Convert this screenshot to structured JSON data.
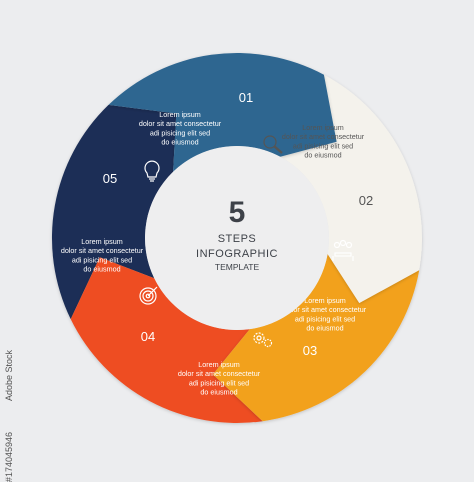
{
  "center": {
    "number": "5",
    "line1": "STEPS",
    "line2": "INFOGRAPHIC",
    "line3": "TEMPLATE"
  },
  "segments": [
    {
      "num": "01",
      "color": "#2f6690",
      "text_color": "#ffffff",
      "num_color": "#ffffff",
      "icon": "lightbulb-icon",
      "lines": [
        "Lorem ipsum",
        "dolor sit amet consectetur",
        "adi pisicing elit sed",
        "do eiusmod"
      ]
    },
    {
      "num": "02",
      "color": "#f4f2ec",
      "text_color": "#555555",
      "num_color": "#555555",
      "icon": "search-icon",
      "lines": [
        "Lorem ipsum",
        "dolor sit amet consectetur",
        "adi pisicing elit sed",
        "do eiusmod"
      ]
    },
    {
      "num": "03",
      "color": "#f2a11d",
      "text_color": "#ffffff",
      "num_color": "#ffffff",
      "icon": "meeting-icon",
      "lines": [
        "Lorem ipsum",
        "dolor sit amet consectetur",
        "adi pisicing elit sed",
        "do eiusmod"
      ]
    },
    {
      "num": "04",
      "color": "#ee4e24",
      "text_color": "#ffffff",
      "num_color": "#ffffff",
      "icon": "gears-icon",
      "lines": [
        "Lorem ipsum",
        "dolor sit amet consectetur",
        "adi pisicing elit sed",
        "do eiusmod"
      ]
    },
    {
      "num": "05",
      "color": "#1d2f57",
      "text_color": "#ffffff",
      "num_color": "#ffffff",
      "icon": "target-icon",
      "lines": [
        "Lorem ipsum",
        "dolor sit amet consectetur",
        "adi pisicing elit sed",
        "do eiusmod"
      ]
    }
  ],
  "watermark": {
    "side_text": "Adobe Stock",
    "id_text": "#174045946"
  }
}
